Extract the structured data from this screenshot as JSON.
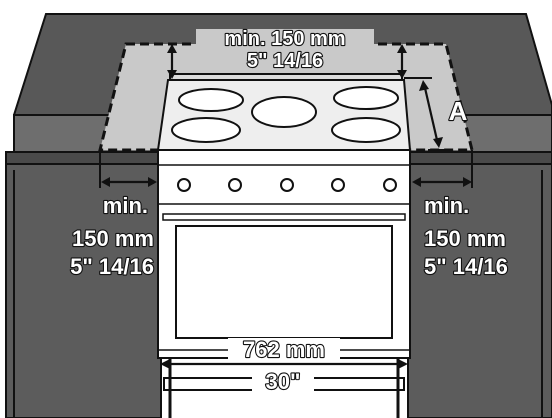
{
  "labels": {
    "top_metric": "min. 150 mm",
    "top_imperial": "5\" 14/16",
    "left_min": "min.",
    "left_metric": "150 mm",
    "left_imperial": "5\" 14/16",
    "right_min": "min.",
    "right_metric": "150 mm",
    "right_imperial": "5\" 14/16",
    "height_marker": "A",
    "width_metric": "762 mm",
    "width_imperial": "30\""
  },
  "colors": {
    "cabinet_top": "#6f6f6f",
    "cabinet_front": "#5c5c5c",
    "wall": "#555555",
    "clearance_zone": "#c7c7c7",
    "cooktop": "#eeeeee",
    "oven_body": "#ffffff",
    "outline": "#111111"
  }
}
